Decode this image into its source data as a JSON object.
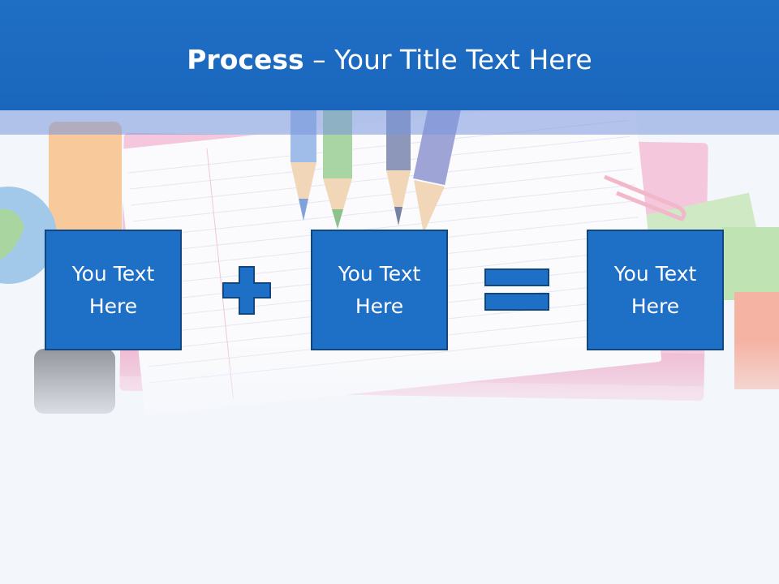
{
  "slide": {
    "title_bold": "Process",
    "title_rest": " – Your Title Text Here",
    "accent_color": "#1e6fc6",
    "border_color": "#12467e"
  },
  "process": {
    "boxes": [
      {
        "line1": "You Text",
        "line2": "Here"
      },
      {
        "line1": "You Text",
        "line2": "Here"
      },
      {
        "line1": "You Text",
        "line2": "Here"
      }
    ],
    "operators": [
      "plus-icon",
      "equals-icon"
    ]
  },
  "background": {
    "image": "faded school stationery photo: notebooks, colored pencils, paper clip, globe"
  }
}
